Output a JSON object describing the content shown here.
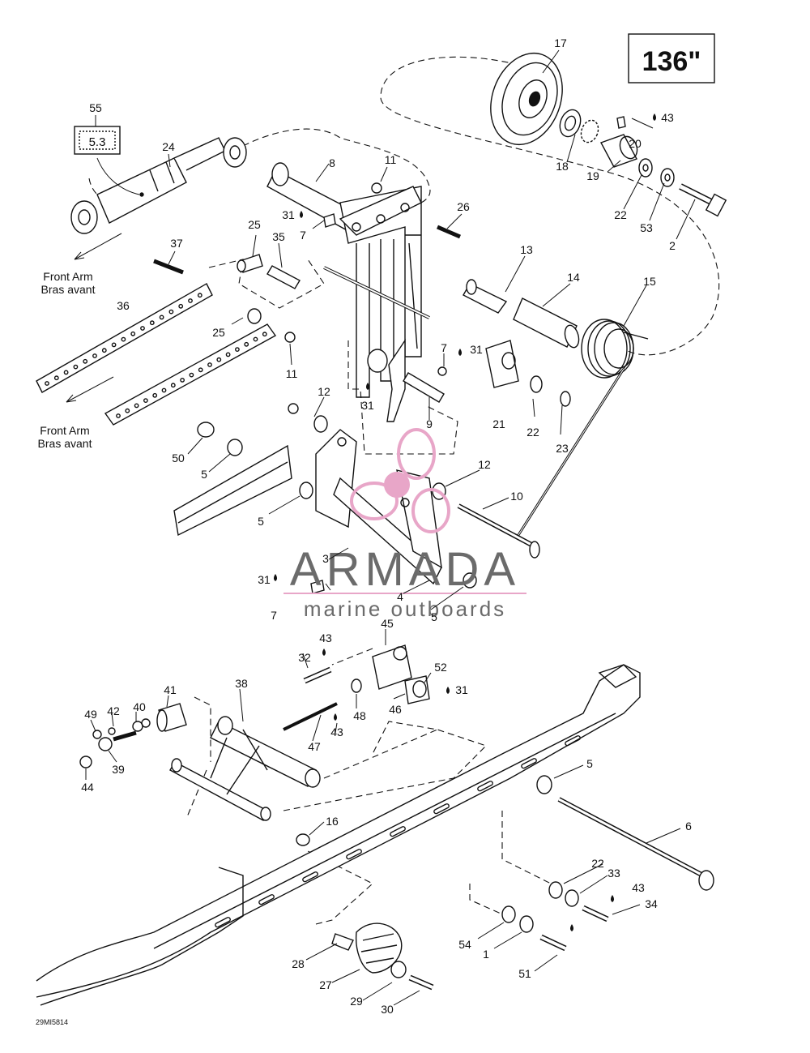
{
  "size_label": "136\"",
  "reference": "29MI5814",
  "decal_text": "5.3",
  "watermark": {
    "brand": "ARMADA",
    "tagline": "marine outboards",
    "colors": {
      "logo": "#e8a6c8",
      "text": "#6b6b6b"
    }
  },
  "notes": {
    "front_arm_en": "Front Arm",
    "front_arm_fr": "Bras avant"
  },
  "callouts": [
    {
      "id": "c17",
      "text": "17"
    },
    {
      "id": "c43a",
      "text": "43"
    },
    {
      "id": "c20",
      "text": "20"
    },
    {
      "id": "c18",
      "text": "18"
    },
    {
      "id": "c19",
      "text": "19"
    },
    {
      "id": "c22a",
      "text": "22"
    },
    {
      "id": "c53",
      "text": "53"
    },
    {
      "id": "c2",
      "text": "2"
    },
    {
      "id": "c55",
      "text": "55"
    },
    {
      "id": "c24",
      "text": "24"
    },
    {
      "id": "c8",
      "text": "8"
    },
    {
      "id": "c11a",
      "text": "11"
    },
    {
      "id": "c26",
      "text": "26"
    },
    {
      "id": "c31a",
      "text": "31"
    },
    {
      "id": "c7a",
      "text": "7"
    },
    {
      "id": "c25a",
      "text": "25"
    },
    {
      "id": "c35",
      "text": "35"
    },
    {
      "id": "c37",
      "text": "37"
    },
    {
      "id": "c13",
      "text": "13"
    },
    {
      "id": "c14",
      "text": "14"
    },
    {
      "id": "c15",
      "text": "15"
    },
    {
      "id": "c36",
      "text": "36"
    },
    {
      "id": "c25b",
      "text": "25"
    },
    {
      "id": "c11b",
      "text": "11"
    },
    {
      "id": "c7b",
      "text": "7"
    },
    {
      "id": "c31b",
      "text": "31"
    },
    {
      "id": "c31c",
      "text": "31"
    },
    {
      "id": "c12a",
      "text": "12"
    },
    {
      "id": "c9",
      "text": "9"
    },
    {
      "id": "c21",
      "text": "21"
    },
    {
      "id": "c22b",
      "text": "22"
    },
    {
      "id": "c23",
      "text": "23"
    },
    {
      "id": "c50",
      "text": "50"
    },
    {
      "id": "c5a",
      "text": "5"
    },
    {
      "id": "c12b",
      "text": "12"
    },
    {
      "id": "c10",
      "text": "10"
    },
    {
      "id": "c5b",
      "text": "5"
    },
    {
      "id": "c3",
      "text": "3"
    },
    {
      "id": "c31d",
      "text": "31"
    },
    {
      "id": "c7c",
      "text": "7"
    },
    {
      "id": "c4",
      "text": "4"
    },
    {
      "id": "c5c",
      "text": "5"
    },
    {
      "id": "c45",
      "text": "45"
    },
    {
      "id": "c43b",
      "text": "43"
    },
    {
      "id": "c32",
      "text": "32"
    },
    {
      "id": "c52",
      "text": "52"
    },
    {
      "id": "c31e",
      "text": "31"
    },
    {
      "id": "c46",
      "text": "46"
    },
    {
      "id": "c48",
      "text": "48"
    },
    {
      "id": "c38",
      "text": "38"
    },
    {
      "id": "c41",
      "text": "41"
    },
    {
      "id": "c49",
      "text": "49"
    },
    {
      "id": "c42",
      "text": "42"
    },
    {
      "id": "c40",
      "text": "40"
    },
    {
      "id": "c47",
      "text": "47"
    },
    {
      "id": "c43c",
      "text": "43"
    },
    {
      "id": "c39",
      "text": "39"
    },
    {
      "id": "c44",
      "text": "44"
    },
    {
      "id": "c5d",
      "text": "5"
    },
    {
      "id": "c16",
      "text": "16"
    },
    {
      "id": "c6",
      "text": "6"
    },
    {
      "id": "c22c",
      "text": "22"
    },
    {
      "id": "c33",
      "text": "33"
    },
    {
      "id": "c43d",
      "text": "43"
    },
    {
      "id": "c34",
      "text": "34"
    },
    {
      "id": "c54",
      "text": "54"
    },
    {
      "id": "c1",
      "text": "1"
    },
    {
      "id": "c51",
      "text": "51"
    },
    {
      "id": "c28",
      "text": "28"
    },
    {
      "id": "c27",
      "text": "27"
    },
    {
      "id": "c29",
      "text": "29"
    },
    {
      "id": "c30",
      "text": "30"
    }
  ]
}
